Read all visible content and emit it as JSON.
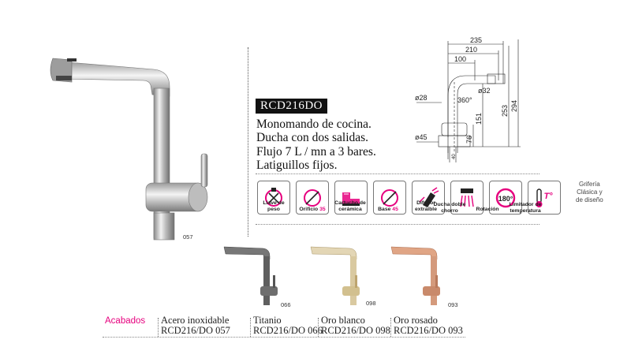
{
  "product": {
    "code": "RCD216DO",
    "description_lines": [
      "Monomando de cocina.",
      "Ducha con dos salidas.",
      "Flujo 7 L / mn a 3 bares.",
      "Latiguillos fijos."
    ],
    "main_image_label": "057"
  },
  "features": [
    {
      "icon": "weight-lever-icon",
      "label_lines": [
        "Llave de",
        "peso"
      ],
      "highlight": ""
    },
    {
      "icon": "diameter-icon",
      "label_lines": [
        "Orificio"
      ],
      "highlight": "35"
    },
    {
      "icon": "ceramic-cartridge-icon",
      "label_lines": [
        "Cartucho de",
        "cerámica"
      ],
      "highlight": ""
    },
    {
      "icon": "diameter-icon",
      "label_lines": [
        "Base"
      ],
      "highlight": "45"
    },
    {
      "icon": "extractable-diffuser-icon",
      "label_lines": [
        "Difusor",
        "extraíble"
      ],
      "highlight": ""
    },
    {
      "icon": "double-jet-shower-icon",
      "label_lines": [
        "Ducha doble",
        "chorro"
      ],
      "highlight": ""
    },
    {
      "icon": "rotation-icon",
      "label_lines": [
        "Rotación"
      ],
      "highlight": "",
      "badge": "180°"
    },
    {
      "icon": "temperature-limiter-icon",
      "label_lines": [
        "Limitador de",
        "temperatura"
      ],
      "highlight": "",
      "badge": "T°"
    }
  ],
  "side_note_lines": [
    "Grifería",
    "Clásica y",
    "de diseño"
  ],
  "dimensions": {
    "widths": [
      "235",
      "210",
      "100"
    ],
    "heights": [
      "253",
      "294",
      "151",
      "76",
      "40"
    ],
    "diameters": [
      "ø32",
      "ø28",
      "ø45"
    ],
    "rotation": "360°"
  },
  "finishes": {
    "label": "Acabados",
    "items": [
      {
        "name": "Acero inoxidable",
        "ref": "RCD216/DO 057",
        "color": "#c9c9c9"
      },
      {
        "name": "Titanio",
        "ref": "RCD216/DO 066",
        "color": "#6e6e6e",
        "image_label": "066"
      },
      {
        "name": "Oro blanco",
        "ref": "RCD216/DO 098",
        "color": "#d9c9a0",
        "image_label": "098"
      },
      {
        "name": "Oro rosado",
        "ref": "RCD216/DO 093",
        "color": "#d49a7c",
        "image_label": "093"
      }
    ]
  },
  "colors": {
    "accent": "#e6007e",
    "label_bg": "#111111"
  }
}
